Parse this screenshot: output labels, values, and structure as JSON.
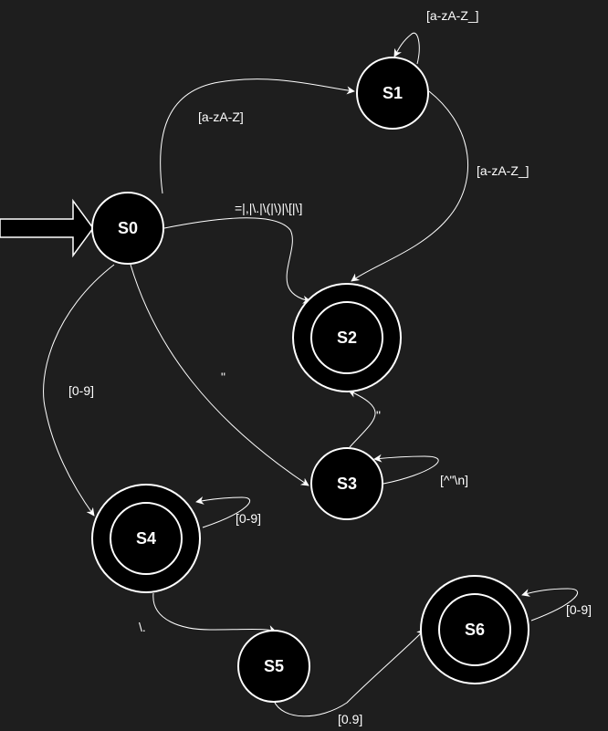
{
  "colors": {
    "background": "#1e1e1e",
    "state_fill": "#000000",
    "stroke": "#ffffff",
    "text": "#ffffff"
  },
  "states": {
    "s0": "S0",
    "s1": "S1",
    "s2": "S2",
    "s3": "S3",
    "s4": "S4",
    "s5": "S5",
    "s6": "S6"
  },
  "edges": {
    "s1_self": "[a-zA-Z_]",
    "s0_s1": "[a-zA-Z]",
    "s1_s2": "[a-zA-Z_]",
    "s0_s2": "=|,|\\.|\\(|\\)|\\[|\\]",
    "s0_s3": "\"",
    "s3_s2": "\"",
    "s3_self": "[^\"\\n]",
    "s0_s4": "[0-9]",
    "s4_self": "[0-9]",
    "s4_s5": "\\.",
    "s5_s6": "[0.9]",
    "s6_self": "[0-9]"
  }
}
